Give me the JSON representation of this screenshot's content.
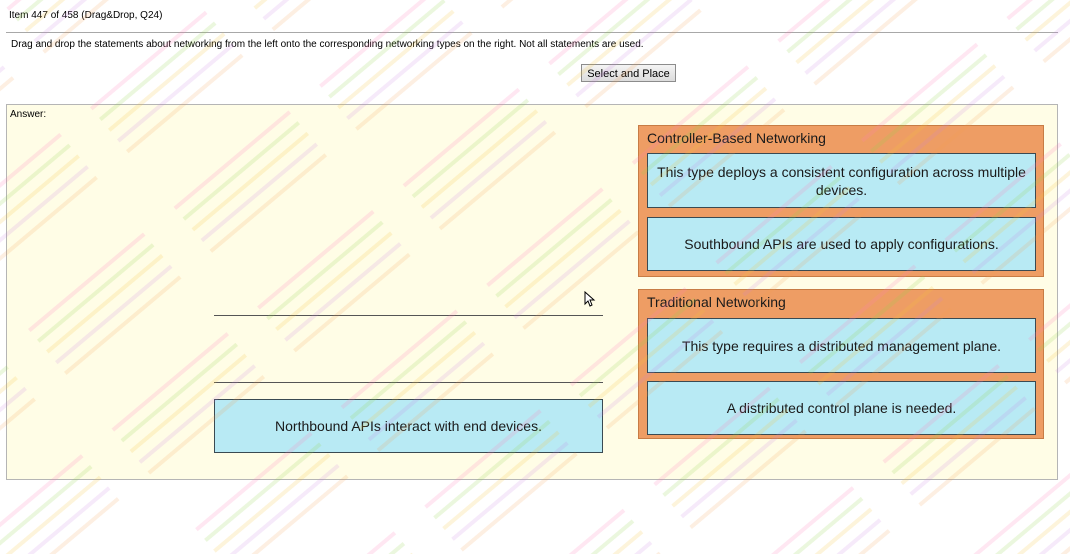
{
  "header": {
    "item_text": "Item 447 of 458  (Drag&Drop, Q24)",
    "instructions": "Drag and drop the statements about networking from the left onto the corresponding networking types on the right. Not all statements are used."
  },
  "toolbar": {
    "select_place_label": "Select and Place"
  },
  "answer": {
    "label": "Answer:"
  },
  "left_pool": {
    "statements": [
      "Northbound APIs interact with end devices."
    ]
  },
  "categories": [
    {
      "title": "Controller-Based Networking",
      "statements": [
        "This type deploys a consistent configuration across multiple devices.",
        "Southbound APIs are used to apply configurations."
      ]
    },
    {
      "title": "Traditional Networking",
      "statements": [
        "This type requires a distributed management plane.",
        "A distributed control plane is needed."
      ]
    }
  ],
  "colors": {
    "answer_bg": "#fffde6",
    "category_bg": "#ee9d64",
    "statement_bg": "#b8eaf4"
  }
}
